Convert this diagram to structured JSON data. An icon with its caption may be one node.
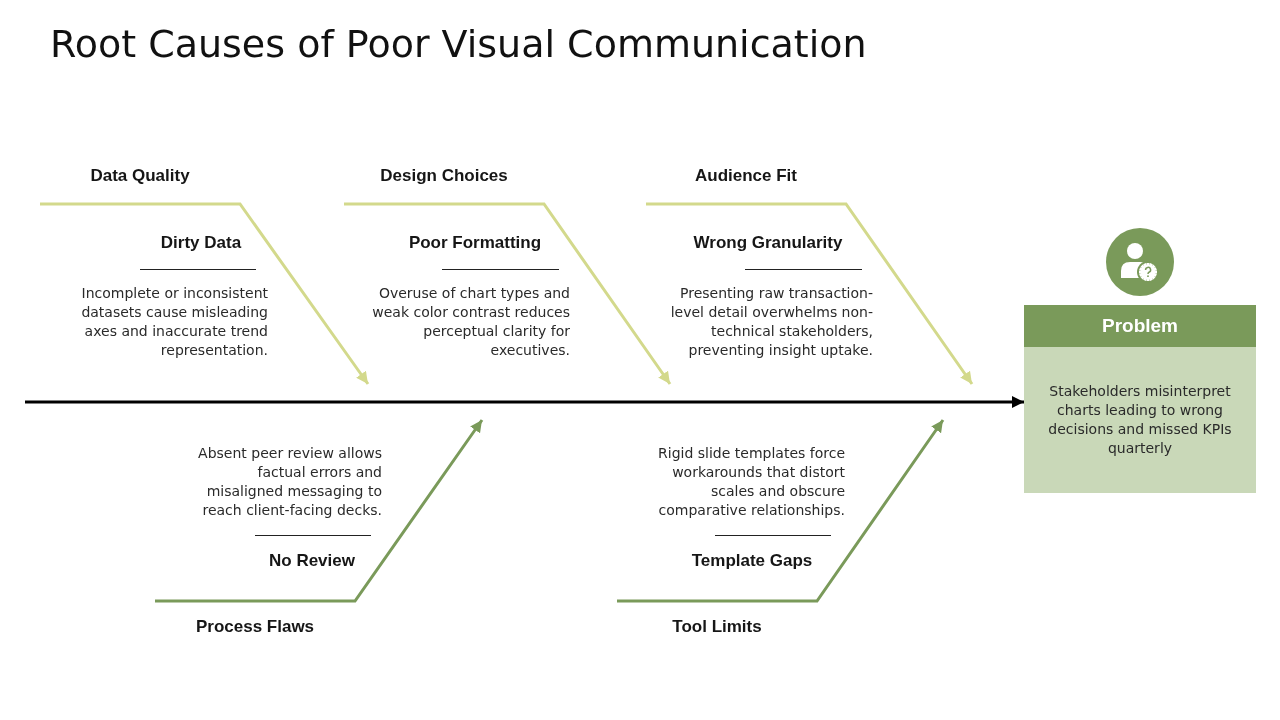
{
  "diagram": {
    "title": "Root Causes of Poor Visual Communication",
    "nodes": [
      {
        "text": [
          "Data Quality"
        ]
      },
      {
        "text": [
          "Design Choices"
        ]
      },
      {
        "text": [
          "Audience Fit"
        ]
      },
      {
        "text": [
          "Problem",
          "Stakeholders misinterpret charts leading to wrong decisions and missed KPIs quarterly"
        ]
      },
      {
        "text": [
          "Process Flaws"
        ]
      },
      {
        "text": [
          "Tool Limits"
        ]
      }
    ],
    "edges": [
      {
        "from": 0,
        "to": null,
        "arrow": "to"
      },
      {
        "from": 1,
        "to": null,
        "arrow": "to"
      },
      {
        "from": 2,
        "to": null,
        "arrow": "to"
      },
      {
        "from": 4,
        "to": null,
        "arrow": "to",
        "color": "#7a9a5a"
      },
      {
        "from": 5,
        "to": null,
        "arrow": "to",
        "color": "#7a9a5a"
      },
      {
        "from": null,
        "to": 3,
        "arrow": "to",
        "color": "#000000"
      }
    ],
    "labels": [
      "Dirty Data",
      "Poor Formatting",
      "Wrong Granularity",
      "Incomplete or inconsistent datasets cause misleading axes and inaccurate trend representation.",
      "Overuse of chart types and weak color contrast reduces perceptual clarity for executives.",
      "Presenting raw transaction-level detail overwhelms non-technical stakeholders, preventing insight uptake.",
      "Absent peer review allows factual errors and misaligned messaging to reach client-facing decks.",
      "Rigid slide templates force workarounds that distort scales and obscure comparative relationships.",
      "No Review",
      "Template Gaps"
    ]
  }
}
